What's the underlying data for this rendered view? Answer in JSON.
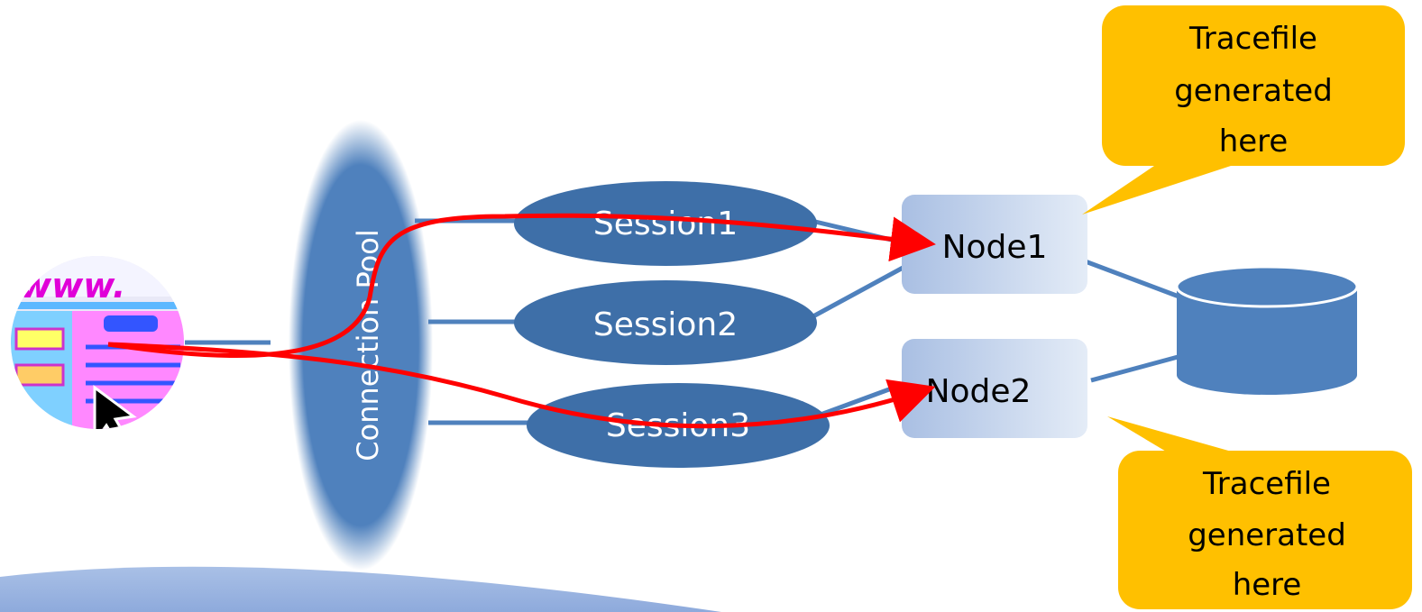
{
  "diagram": {
    "pool_label": "Connection Pool",
    "sessions": [
      "Session1",
      "Session2",
      "Session3"
    ],
    "nodes": [
      "Node1",
      "Node2"
    ],
    "callout_top": {
      "line1": "Tracefile",
      "line2": "generated",
      "line3": "here"
    },
    "callout_bottom": {
      "line1": "Tracefile",
      "line2": "generated",
      "line3": "here"
    },
    "browser_icon_text": "www."
  },
  "colors": {
    "pool": "#4f81bd",
    "session": "#3e6fa8",
    "node_fill": "#c9d7ee",
    "callout": "#ffc000",
    "path": "#ff0000",
    "ground": "#9fb8e2",
    "database": "#4f81bd"
  }
}
